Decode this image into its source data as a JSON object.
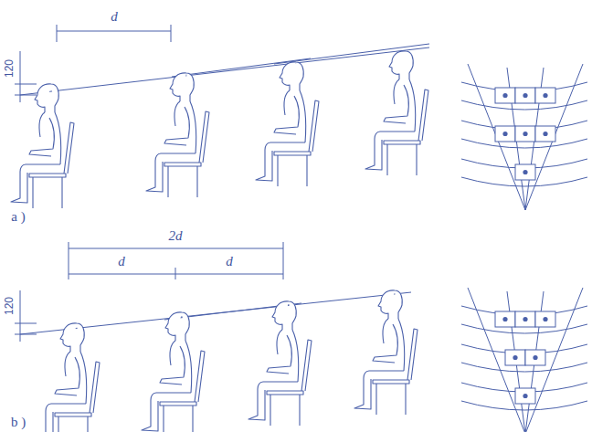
{
  "diagram": {
    "labels": [
      "d",
      "120",
      "a )",
      "2d",
      "d",
      "d",
      "120",
      "b )"
    ]
  }
}
